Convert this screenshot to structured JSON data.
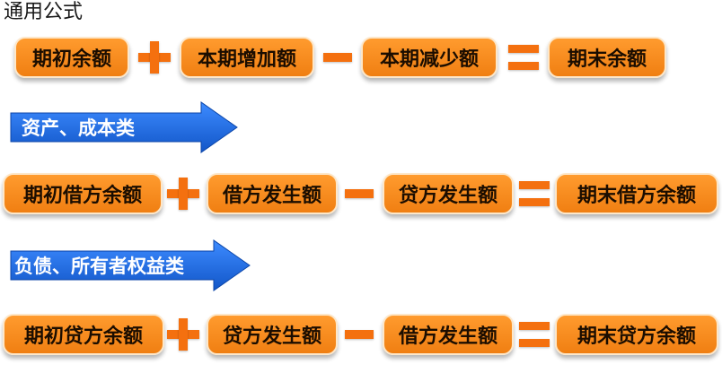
{
  "title": "通用公式",
  "general_formula": {
    "opening_balance": "期初余额",
    "increase": "本期增加额",
    "decrease": "本期减少额",
    "closing_balance": "期末余额"
  },
  "assets_costs": {
    "label": "资产、成本类",
    "opening_balance": "期初借方余额",
    "increase": "借方发生额",
    "decrease": "贷方发生额",
    "closing_balance": "期末借方余额"
  },
  "liabilities_equity": {
    "label": "负债、所有者权益类",
    "opening_balance": "期初贷方余额",
    "increase": "贷方发生额",
    "decrease": "借方发生额",
    "closing_balance": "期末贷方余额"
  },
  "colors": {
    "box": "#f7881c",
    "operator": "#f4700f",
    "arrow": "#1f6fe5"
  },
  "icons": [
    "plus-icon",
    "minus-icon",
    "equals-icon",
    "right-arrow-icon"
  ]
}
